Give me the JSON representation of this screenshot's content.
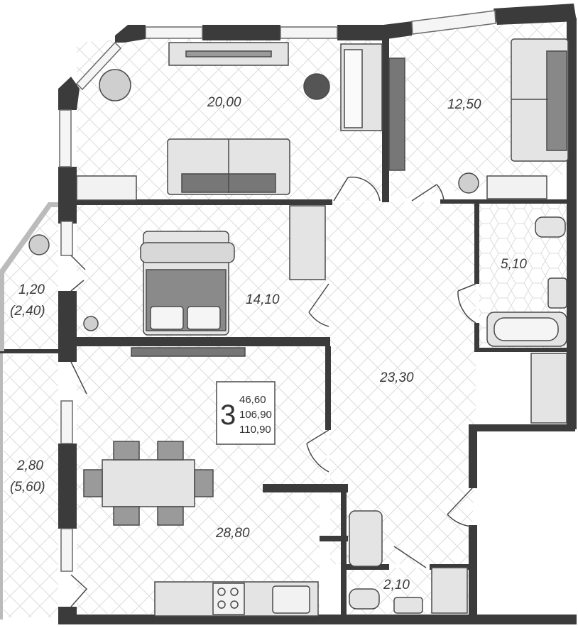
{
  "plan": {
    "summary": {
      "rooms": "3",
      "living_area": "46,60",
      "total_area": "106,90",
      "total_area_with_balcony": "110,90"
    },
    "rooms": {
      "living_room": "20,00",
      "bedroom_small": "12,50",
      "bathroom": "5,10",
      "bedroom": "14,10",
      "loggia_small_line1": "1,20",
      "loggia_small_line2": "(2,40)",
      "hallway": "23,30",
      "loggia_large_line1": "2,80",
      "loggia_large_line2": "(5,60)",
      "kitchen_living": "28,80",
      "toilet": "2,10"
    }
  },
  "colors": {
    "wall": "#3b3b3b",
    "floor_pattern": "#dcdcdc",
    "furniture_fill": "#e4e4e4",
    "furniture_stroke": "#4a4a4a",
    "dark_accent": "#555555",
    "window": "#f5f5f5"
  }
}
